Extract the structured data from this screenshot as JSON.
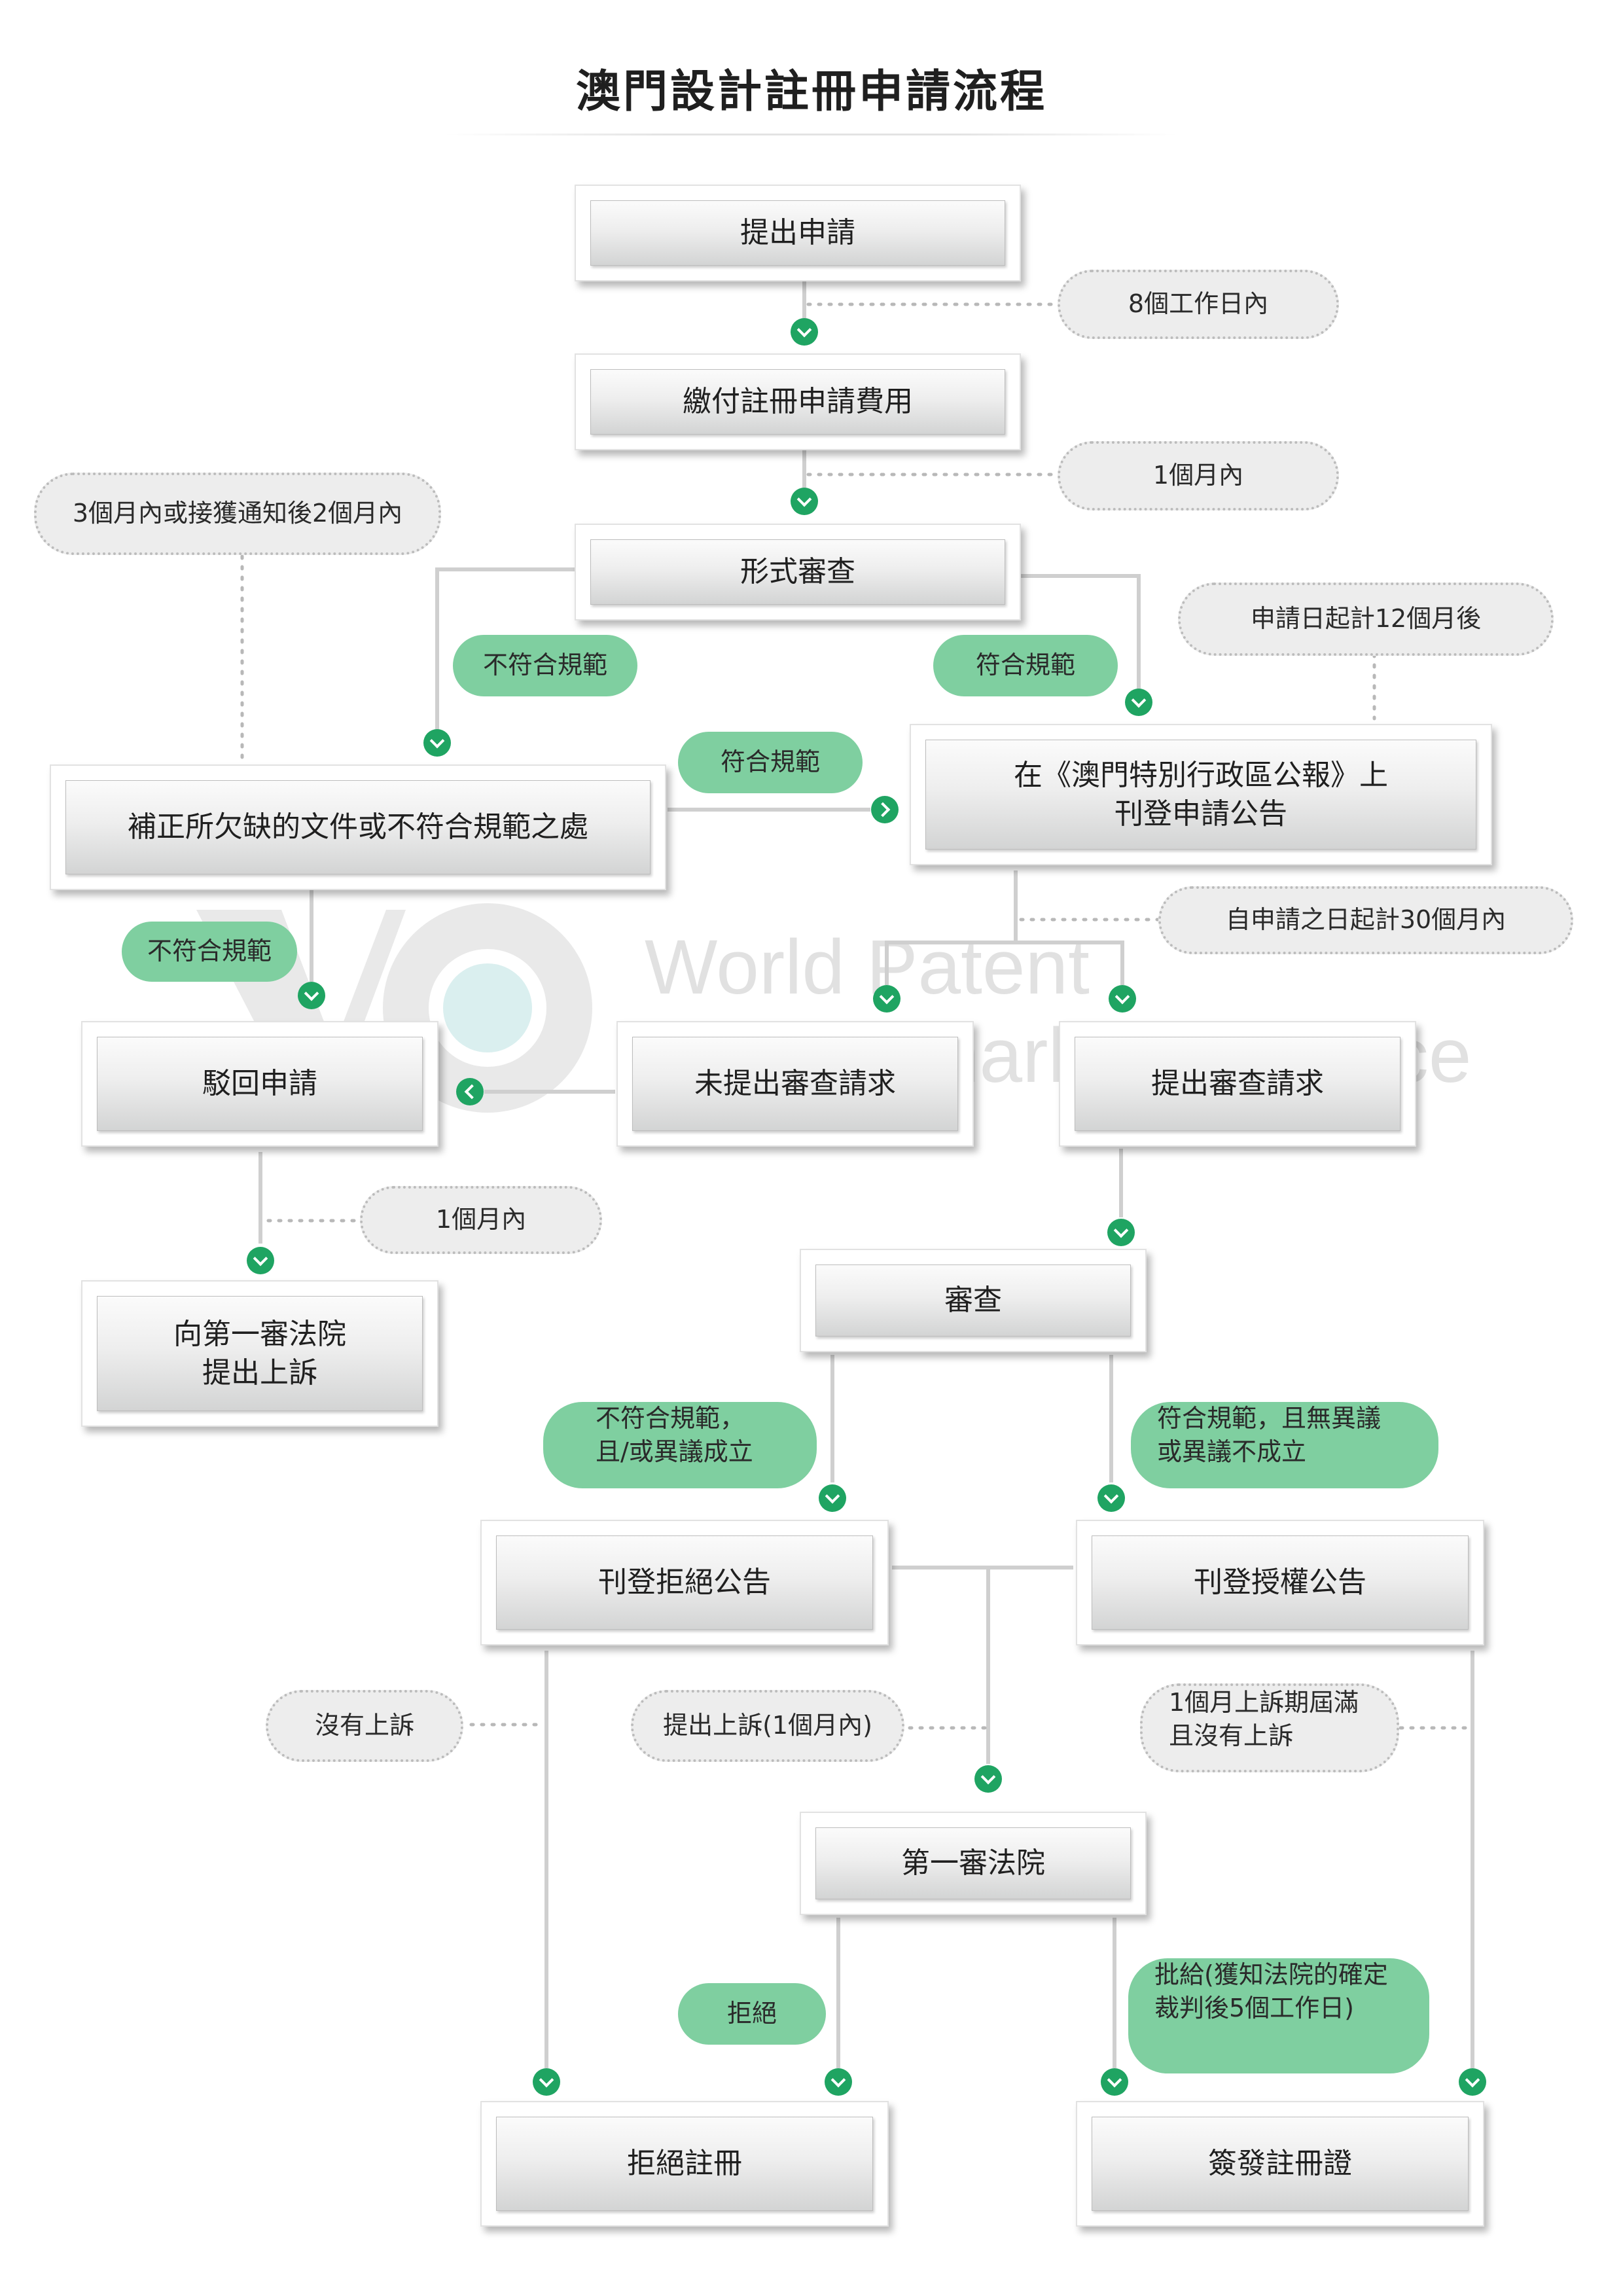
{
  "title": "澳門設計註冊申請流程",
  "boxes": {
    "submit": "提出申請",
    "pay": "繳付註冊申請費用",
    "formal": "形式審查",
    "correct": "補正所欠缺的文件或不符合規範之處",
    "publish_line1": "在《澳門特別行政區公報》上",
    "publish_line2": "刊登申請公告",
    "reject_app": "駁回申請",
    "no_exam": "未提出審查請求",
    "exam_req": "提出審查請求",
    "appeal_line1": "向第一審法院",
    "appeal_line2": "提出上訴",
    "exam": "審查",
    "pub_refuse": "刊登拒絕公告",
    "pub_grant": "刊登授權公告",
    "court": "第一審法院",
    "refuse_reg": "拒絕註冊",
    "issue_cert": "簽發註冊證"
  },
  "notes": {
    "within8": "8個工作日內",
    "within1m_a": "1個月內",
    "within3m": "3個月內或接獲通知後2個月內",
    "after12m": "申請日起計12個月後",
    "within30m": "自申請之日起計30個月內",
    "within1m_b": "1個月內",
    "no_appeal": "沒有上訴",
    "appeal1m": "提出上訴(1個月內)",
    "expire_line1": "1個月上訴期屆滿",
    "expire_line2": "且沒有上訴"
  },
  "conditions": {
    "noncomply_a": "不符合規範",
    "comply_a": "符合規範",
    "comply_b": "符合規範",
    "noncomply_b": "不符合規範",
    "refuse_cond_line1": "不符合規範，",
    "refuse_cond_line2": "且/或異議成立",
    "grant_cond_line1": "符合規範，且無異議",
    "grant_cond_line2": "或異議不成立",
    "rejected": "拒絕",
    "approved_line1": "批給(獲知法院的確定",
    "approved_line2": "裁判後5個工作日)"
  },
  "watermark": {
    "line1": "World Patent",
    "line2": "& Trademark Law Office"
  },
  "colors": {
    "accent_green": "#1fa462",
    "pill_green": "#7fcfa0",
    "pill_gray": "#ededed",
    "connector": "#cfcfcf"
  }
}
